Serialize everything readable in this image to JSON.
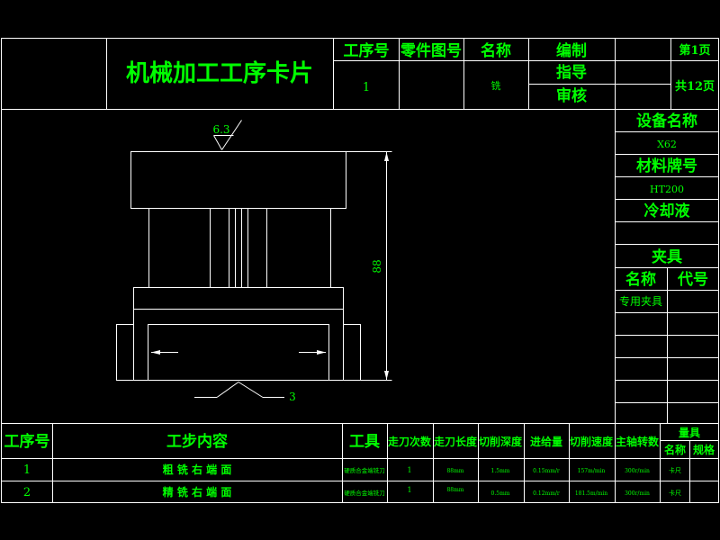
{
  "colors": {
    "frame": "#ffffff",
    "text": "#00ff00",
    "background": "#000000"
  },
  "header": {
    "title": "机械加工工序卡片",
    "col_process_no": "工序号",
    "col_part_drawing_no": "零件图号",
    "col_name": "名称",
    "process_no_value": "1",
    "name_value": "铣",
    "prepared_by": "编制",
    "instructed_by": "指导",
    "reviewed_by": "审核",
    "page_no": "第1页",
    "total_pages": "共12页"
  },
  "side_panel": {
    "equipment_name_label": "设备名称",
    "equipment_name_value": "X62",
    "material_label": "材料牌号",
    "material_value": "HT200",
    "coolant_label": "冷却液",
    "coolant_value": "",
    "fixture_label": "夹具",
    "fixture_name_label": "名称",
    "fixture_code_label": "代号",
    "fixture_name_value": "专用夹具"
  },
  "drawing": {
    "roughness_value": "6.3",
    "height_dimension": "88",
    "bottom_dimension": "3"
  },
  "steps_table": {
    "headers": {
      "process_no": "工序号",
      "step_content": "工步内容",
      "tool": "工具",
      "passes": "走刀次数",
      "pass_length": "走刀长度",
      "cut_depth": "切削深度",
      "feed": "进给量",
      "cut_speed": "切削速度",
      "spindle_speed": "主轴转数",
      "gauge": "量具",
      "gauge_name": "名称",
      "gauge_spec": "规格"
    },
    "rows": [
      {
        "no": "1",
        "content": "粗 铣 右 端 面",
        "tool": "硬质合金端铣刀",
        "passes": "1",
        "length": "88mm",
        "depth": "1.5mm",
        "feed": "0.15mm/r",
        "speed": "157m/min",
        "rpm": "300r/min",
        "gauge": "卡尺"
      },
      {
        "no": "2",
        "content": "精 铣 右 端 面",
        "tool": "硬质合金端铣刀",
        "passes": "1",
        "length": "88mm",
        "depth": "0.5mm",
        "feed": "0.12mm/r",
        "speed": "181.5m/min",
        "rpm": "300r/min",
        "gauge": "卡尺"
      }
    ]
  }
}
